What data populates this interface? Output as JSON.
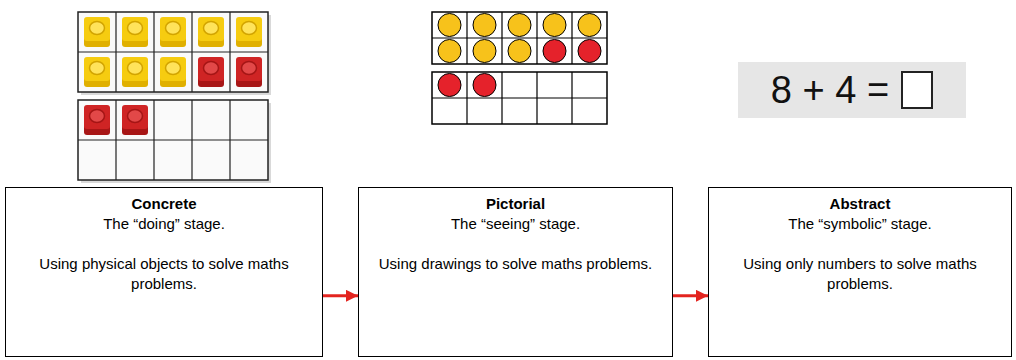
{
  "diagram": {
    "nodes": [
      {
        "text": [
          "8 + 4 ="
        ]
      },
      {
        "text": [
          "Concrete",
          "The “doing” stage.",
          "Using physical objects to solve maths problems."
        ]
      },
      {
        "text": [
          "Pictorial",
          "The “seeing” stage.",
          "Using drawings to solve maths problems."
        ]
      },
      {
        "text": [
          "Abstract",
          "The “symbolic” stage.",
          "Using only numbers to solve maths problems."
        ]
      }
    ],
    "edges": [
      {
        "from": 1,
        "to": 2,
        "arrow": "to"
      },
      {
        "from": 2,
        "to": 3,
        "arrow": "to"
      }
    ]
  }
}
